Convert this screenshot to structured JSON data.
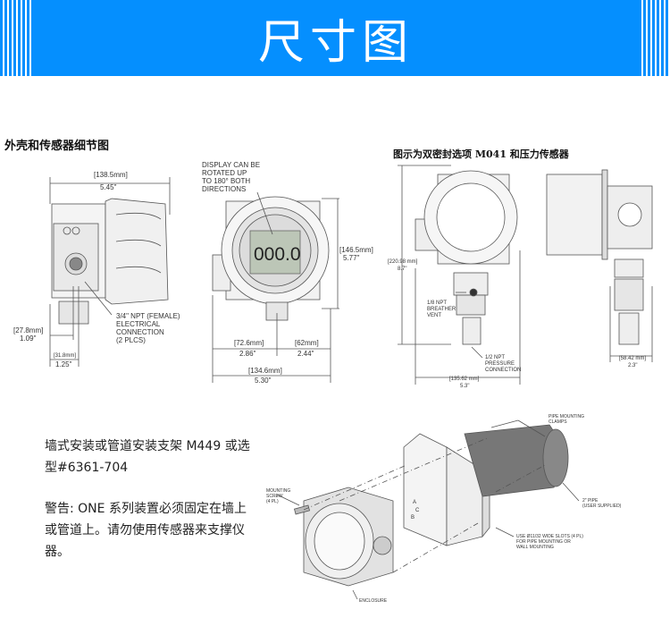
{
  "banner": {
    "title": "尺寸图",
    "color": "#058ffe"
  },
  "section_left": {
    "heading": "外壳和传感器细节图",
    "side_width_mm": "[138.5mm]",
    "side_width_in": "5.45\"",
    "conn_label": [
      "3/4\" NPT (FEMALE)",
      "ELECTRICAL",
      "CONNECTION",
      "(2 PLCS)"
    ],
    "dim_a_mm": "[27.8mm]",
    "dim_a_in": "1.09\"",
    "dim_b_mm": "[31.8mm]",
    "dim_b_in": "1.25\"",
    "display_note": [
      "DISPLAY CAN BE",
      "ROTATED UP",
      "TO 180° BOTH",
      "DIRECTIONS"
    ],
    "display_value": "000.0",
    "height_mm": "[146.5mm]",
    "height_in": "5.77\"",
    "dim_c_mm": "[72.6mm]",
    "dim_c_in": "2.86\"",
    "dim_d_mm": "[62mm]",
    "dim_d_in": "2.44\"",
    "front_width_mm": "[134.6mm]",
    "front_width_in": "5.30\""
  },
  "section_right": {
    "heading": "图示为双密封选项 M041 和压力传感器",
    "height_mm": "[220.98 mm]",
    "height_in": "8.7\"",
    "vent_label": [
      "1/8 NPT",
      "BREATHER",
      "VENT"
    ],
    "pressure_label": [
      "1/2 NPT",
      "PRESSURE",
      "CONNECTION"
    ],
    "width_mm": "[135.62 mm]",
    "width_in": "5.3\"",
    "side_width_mm": "[58.42 mm]",
    "side_width_in": "2.3\""
  },
  "mounting": {
    "title": "墙式安装或管道安装支架 M449 或选型#6361-704",
    "warning": "警告: ONE 系列装置必须固定在墙上或管道上。请勿使用传感器来支撑仪器。",
    "labels": {
      "screw": [
        "MOUNTING",
        "SCREW",
        "(4 PL)"
      ],
      "clamps": [
        "PIPE MOUNTING",
        "CLAMPS"
      ],
      "pipe": [
        "2\" PIPE",
        "(USER SUPPLIED)"
      ],
      "slots": [
        "USE  Ø11/32 WIDE SLOTS (4 PL)",
        "FOR PIPE MOUNTING OR",
        "WALL MOUNTING"
      ],
      "enclosure": "ENCLOSURE",
      "holes": [
        "A",
        "B",
        "C"
      ]
    }
  }
}
